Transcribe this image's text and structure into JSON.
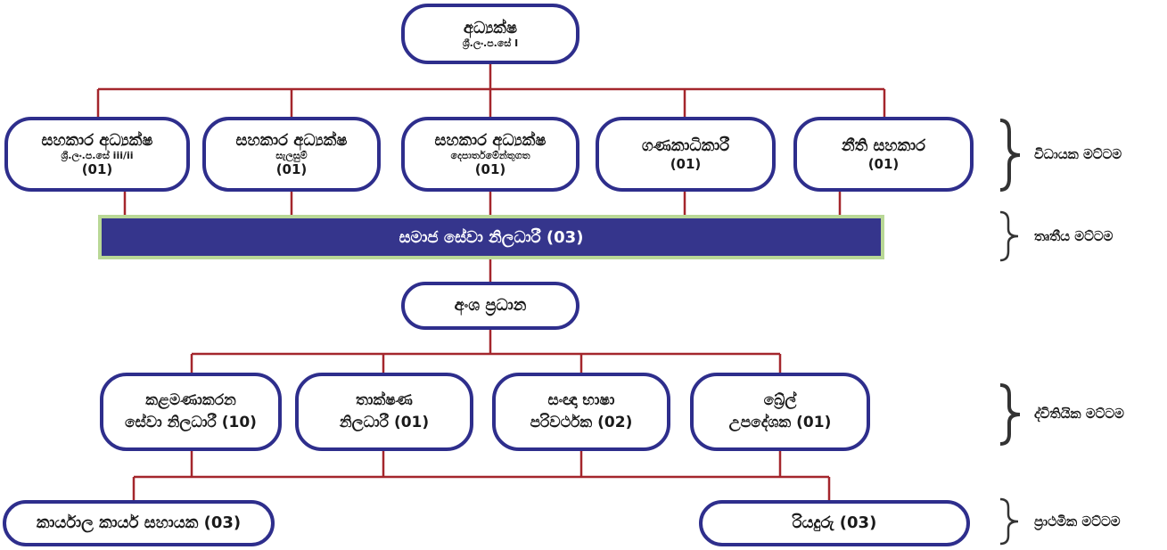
{
  "colors": {
    "box_border": "#2e2e8c",
    "connector": "#a4262c",
    "band_fill": "#35358c",
    "band_border": "#b9d896"
  },
  "director": {
    "title": "අධ්‍යක්ෂ",
    "sub": "ශ්‍රී.ලං.ප.සේ I"
  },
  "executive": [
    {
      "title": "සහකාර අධ්‍යක්ෂ",
      "sub": "ශ්‍රී.ලං.ප.සේ iii/ii",
      "count": "(01)"
    },
    {
      "title": "සහකාර අධ්‍යක්ෂ",
      "sub": "සැලසුම්",
      "count": "(01)"
    },
    {
      "title": "සහකාර අධ්‍යක්ෂ",
      "sub": "දෙපාර්තමේන්තුගත",
      "count": "(01)"
    },
    {
      "title": "ගණකාධිකාරී",
      "sub": "",
      "count": "(01)"
    },
    {
      "title": "නීති සහකාර",
      "sub": "",
      "count": "(01)"
    }
  ],
  "band": {
    "label": "සමාජ සේවා නිලධාරී (03)"
  },
  "section_head": {
    "label": "අංශ ප්‍රධාන"
  },
  "secondary": [
    {
      "line1": "කළමණාකරන",
      "line2": "සේවා නිලධාරී (10)"
    },
    {
      "line1": "තාක්ෂණ",
      "line2": "නිලධාරී (01)"
    },
    {
      "line1": "සංඥා භාෂා",
      "line2": "පරිවර්ථක (02)"
    },
    {
      "line1": "බ්‍රේල්",
      "line2": "උපදේශක (01)"
    }
  ],
  "primary": [
    {
      "label": "කාර්යාල කාර්ය සහායක (03)"
    },
    {
      "label": "රියදුරු (03)"
    }
  ],
  "levels": {
    "executive": "විධායක මට්ටම",
    "tertiary": "තෘතීය මට්ටම",
    "secondary": "ද්විතියික මට්ටම",
    "primary": "ප්‍රාථමික මට්ටම"
  }
}
